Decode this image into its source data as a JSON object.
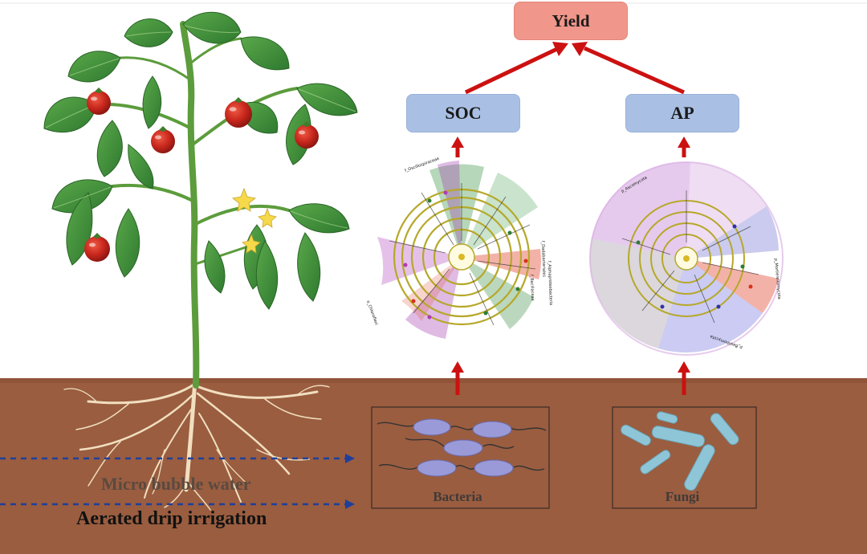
{
  "nodes": {
    "yield": "Yield",
    "soc": "SOC",
    "ap": "AP"
  },
  "soil": {
    "micro_bubble": "Micro bubble water",
    "aerated": "Aerated drip irrigation",
    "bacteria": "Bacteria",
    "fungi": "Fungi"
  },
  "cladogram_labels": {
    "bacteria": [
      "f_Oscillospiraceae",
      "f_Dadabacteriales",
      "f_Alphaproteobacteria",
      "o_Chloroflexi",
      "f_Bacillaceae"
    ],
    "fungi": [
      "p_Ascomycota",
      "p_Mortierellomycota",
      "p_Basidiomycota"
    ]
  },
  "colors": {
    "soil": "#9a5d40",
    "arrow_red": "#cc1111",
    "arrow_blue": "#1f3f9a",
    "yield_fill": "#f0968a",
    "node_fill": "#a9c0e4",
    "bacteria_cell": "#9b9ad8",
    "fungi_cell": "#8ec6d8",
    "leaf": "#3f8f3a",
    "tomato": "#c8261c"
  }
}
